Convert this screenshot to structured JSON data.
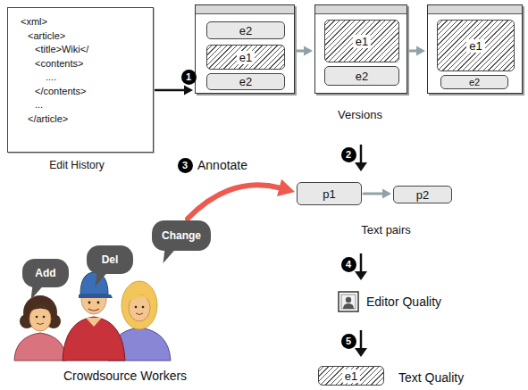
{
  "diagram": {
    "nodes": [
      {
        "text": [
          "<xml>",
          "<article>",
          "<title>Wiki</",
          "<contents>",
          "....",
          "</contents>",
          "...",
          "</article>"
        ]
      },
      {
        "text": []
      },
      {
        "text": [
          "e2"
        ],
        "in": 1
      },
      {
        "text": [
          "e1"
        ],
        "in": 1
      },
      {
        "text": [
          "e2"
        ],
        "in": 1
      },
      {
        "text": []
      },
      {
        "text": [
          "e1"
        ],
        "in": 5
      },
      {
        "text": [
          "e2"
        ],
        "in": 5
      },
      {
        "text": []
      },
      {
        "text": [
          "e1"
        ],
        "in": 8
      },
      {
        "text": [
          "e2"
        ],
        "in": 8
      },
      {
        "text": [
          "p1"
        ]
      },
      {
        "text": [
          "p2"
        ]
      },
      {
        "text": [
          "Add"
        ]
      },
      {
        "text": [
          "Del"
        ]
      },
      {
        "text": [
          "Change"
        ]
      },
      {
        "text": [
          "e1"
        ]
      }
    ],
    "edges": [
      {
        "from": 0,
        "to": 1,
        "arrow": "to"
      },
      {
        "from": 1,
        "to": 5,
        "arrow": "to"
      },
      {
        "from": 5,
        "to": 8,
        "arrow": "to"
      },
      {
        "from": 11,
        "to": 12,
        "arrow": "to"
      },
      {
        "from": 15,
        "to": 11,
        "arrow": "to"
      }
    ],
    "labels": [
      "Edit History",
      "1",
      "Versions",
      "2",
      "3",
      "Annotate",
      "Text pairs",
      "4",
      "Editor Quality",
      "5",
      "Text Quality",
      "Crowdsource Workers"
    ]
  }
}
